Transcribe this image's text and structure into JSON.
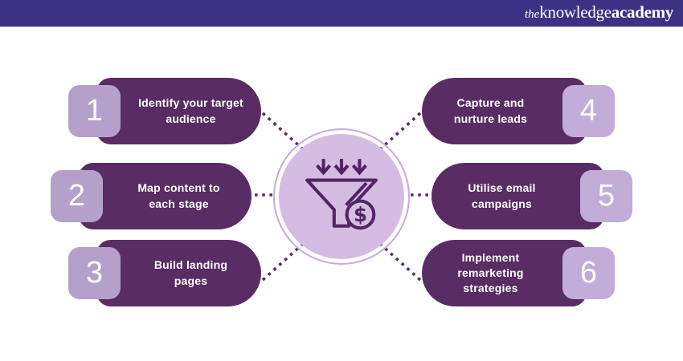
{
  "header": {
    "logo_the": "the",
    "logo_knowledge": "knowledge",
    "logo_academy": "academy"
  },
  "diagram": {
    "title_hint": "lead generation funnel steps",
    "center_icon": "funnel-with-dollar-icon",
    "steps": [
      {
        "number": "1",
        "label": "Identify your target audience",
        "side": "left"
      },
      {
        "number": "2",
        "label": "Map content to each stage",
        "side": "left"
      },
      {
        "number": "3",
        "label": "Build landing pages",
        "side": "left"
      },
      {
        "number": "4",
        "label": "Capture and nurture leads",
        "side": "right"
      },
      {
        "number": "5",
        "label": "Utilise email campaigns",
        "side": "right"
      },
      {
        "number": "6",
        "label": "Implement remarketing strategies",
        "side": "right"
      }
    ],
    "dollar_symbol": "$"
  },
  "colors": {
    "header_bar": "#3d3184",
    "pill": "#5a2c64",
    "badge_left": "#b5a0cb",
    "badge_right": "#c2acd8",
    "circle_fill": "#d5bce2",
    "circle_ring": "#c9aade",
    "icon_stroke": "#512563",
    "dot": "#5a2c64",
    "text": "#ffffff"
  }
}
